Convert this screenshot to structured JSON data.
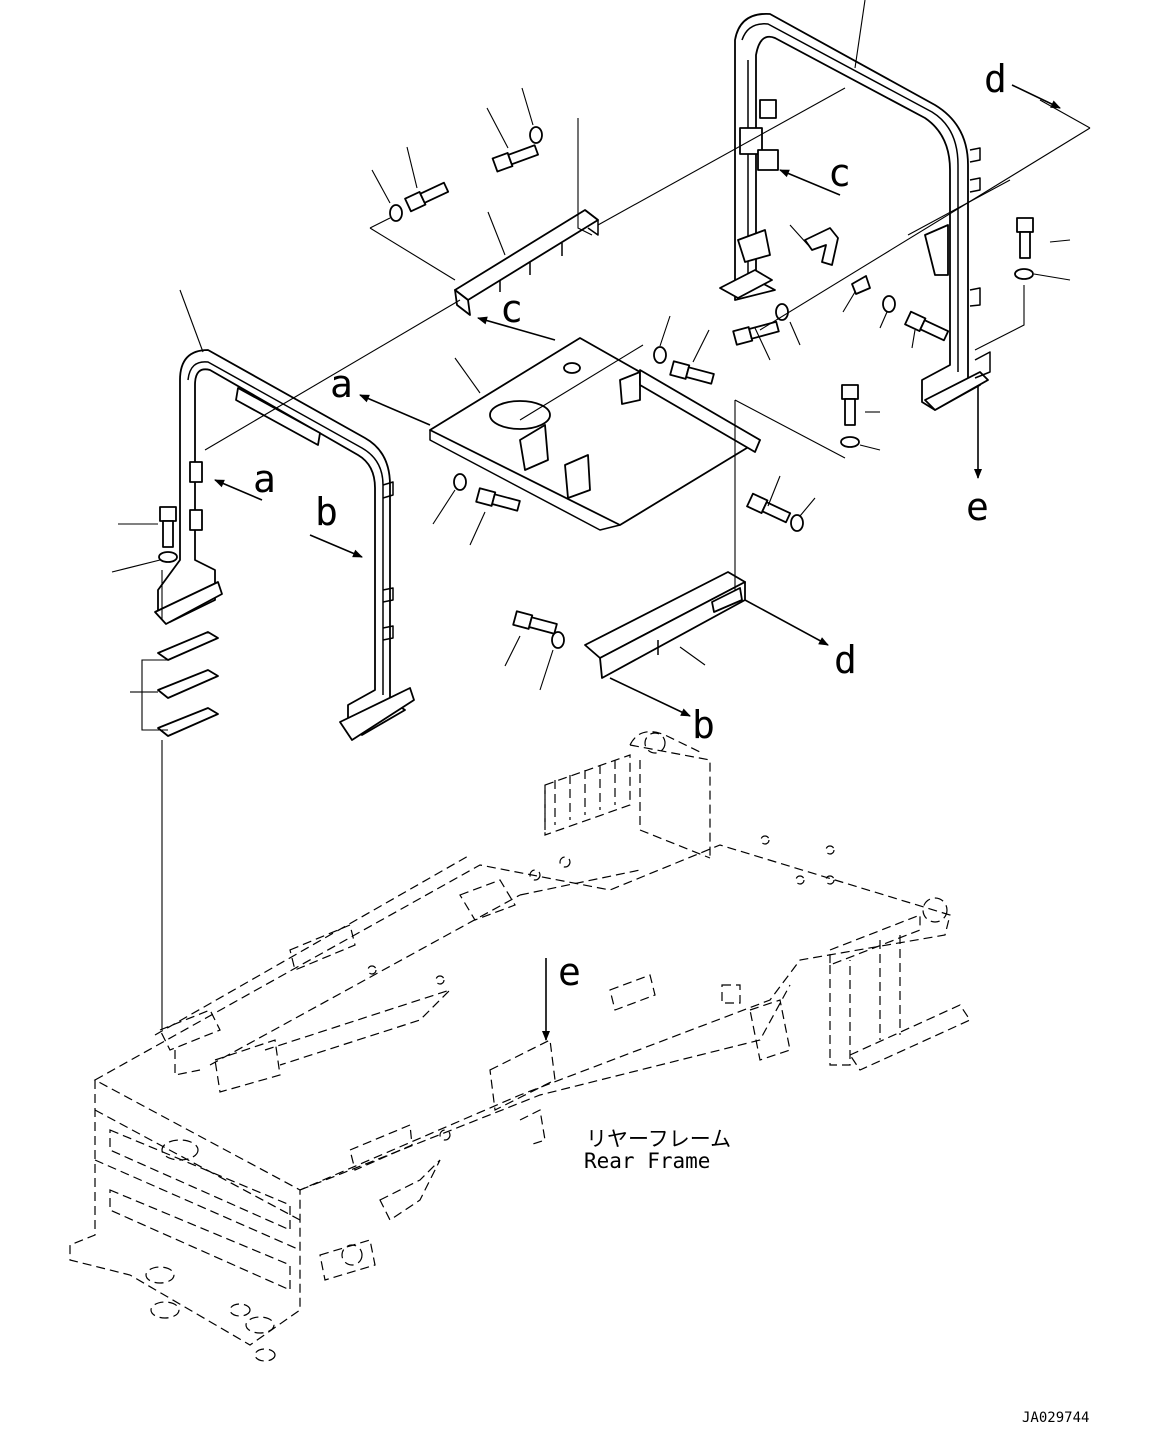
{
  "callouts": {
    "a_top": "a",
    "a_side": "a",
    "b_side": "b",
    "b_bottom": "b",
    "c_upper": "c",
    "c_lower": "c",
    "d_top": "d",
    "d_bottom": "d",
    "e_right": "e",
    "e_frame": "e"
  },
  "labels": {
    "rear_frame_jp": "リヤーフレーム",
    "rear_frame_en": "Rear Frame",
    "drawing_code": "JA029744"
  }
}
